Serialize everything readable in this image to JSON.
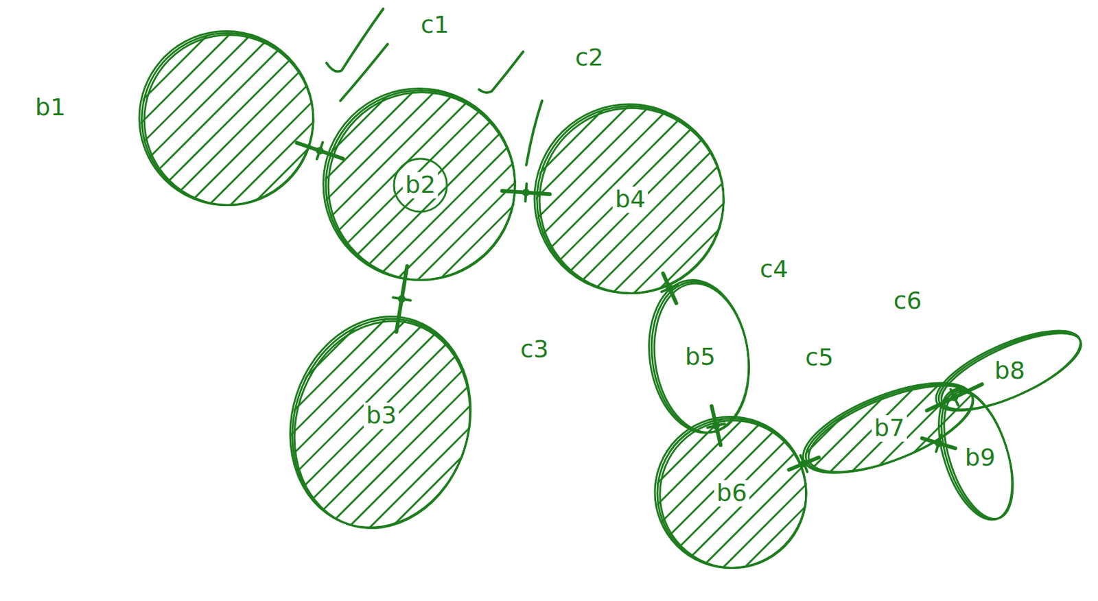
{
  "diagram": {
    "nodes": [
      {
        "text": [
          "b1"
        ]
      },
      {
        "text": [
          "b2"
        ]
      },
      {
        "text": [
          "b3"
        ]
      },
      {
        "text": [
          "b4"
        ]
      },
      {
        "text": [
          "b5"
        ]
      },
      {
        "text": [
          "b6"
        ]
      },
      {
        "text": [
          "b7"
        ]
      },
      {
        "text": [
          "b8"
        ]
      },
      {
        "text": [
          "b9"
        ]
      }
    ],
    "edges": [
      {
        "from": 0,
        "to": 1,
        "arrow": "none",
        "label": "c1"
      },
      {
        "from": 1,
        "to": 3,
        "arrow": "none",
        "label": "c2"
      },
      {
        "from": 1,
        "to": 2,
        "arrow": "none",
        "label": "c3"
      },
      {
        "from": 3,
        "to": 4,
        "arrow": "none",
        "label": "c4"
      },
      {
        "from": 4,
        "to": 5,
        "arrow": "none",
        "label": "c5"
      },
      {
        "from": 5,
        "to": 6,
        "arrow": "none"
      },
      {
        "from": 6,
        "to": 7,
        "arrow": "none",
        "label": "c6"
      },
      {
        "from": 6,
        "to": 8,
        "arrow": "none"
      }
    ]
  }
}
